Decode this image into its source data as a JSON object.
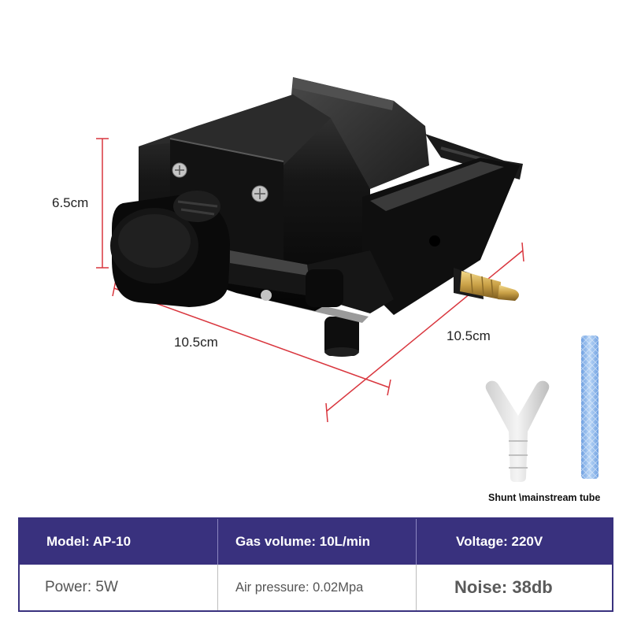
{
  "dimensions": {
    "height": "6.5cm",
    "width": "10.5cm",
    "depth": "10.5cm"
  },
  "accessories": {
    "caption": "Shunt \\mainstream tube"
  },
  "specs": {
    "header": {
      "model": "Model: AP-10",
      "gas_volume": "Gas volume: 10L/min",
      "voltage": "Voltage: 220V"
    },
    "row": {
      "power": "Power: 5W",
      "air_pressure": "Air pressure: 0.02Mpa",
      "noise": "Noise: 38db"
    }
  },
  "colors": {
    "table_header_bg": "#39317e",
    "dimension_line": "#d9363e",
    "pump_body": "#111111",
    "brass_nozzle": "#c9a046",
    "tube": "#8fb8ec"
  }
}
